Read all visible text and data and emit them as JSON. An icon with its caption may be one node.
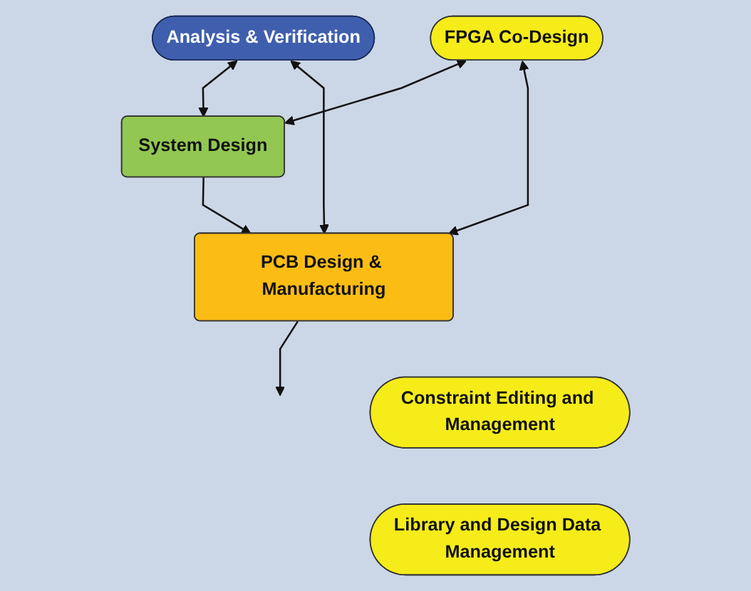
{
  "diagram": {
    "nodes": [
      {
        "text": [
          "Analysis & Verification"
        ]
      },
      {
        "text": [
          "FPGA Co-Design"
        ]
      },
      {
        "text": [
          "System Design"
        ]
      },
      {
        "text": [
          "PCB Design & Manufacturing"
        ]
      },
      {
        "text": [
          "Constraint Editing and Management"
        ]
      },
      {
        "text": [
          "Library and Design Data Management"
        ]
      }
    ],
    "edges": [
      {
        "from": 0,
        "to": 2,
        "arrow": "both"
      },
      {
        "from": 1,
        "to": 2,
        "arrow": "both"
      },
      {
        "from": 1,
        "to": 3,
        "arrow": "both"
      },
      {
        "from": 0,
        "to": 3,
        "arrow": "both"
      },
      {
        "from": 2,
        "to": 3,
        "arrow": "to"
      },
      {
        "from": 3,
        "to": null,
        "arrow": "to"
      }
    ]
  }
}
